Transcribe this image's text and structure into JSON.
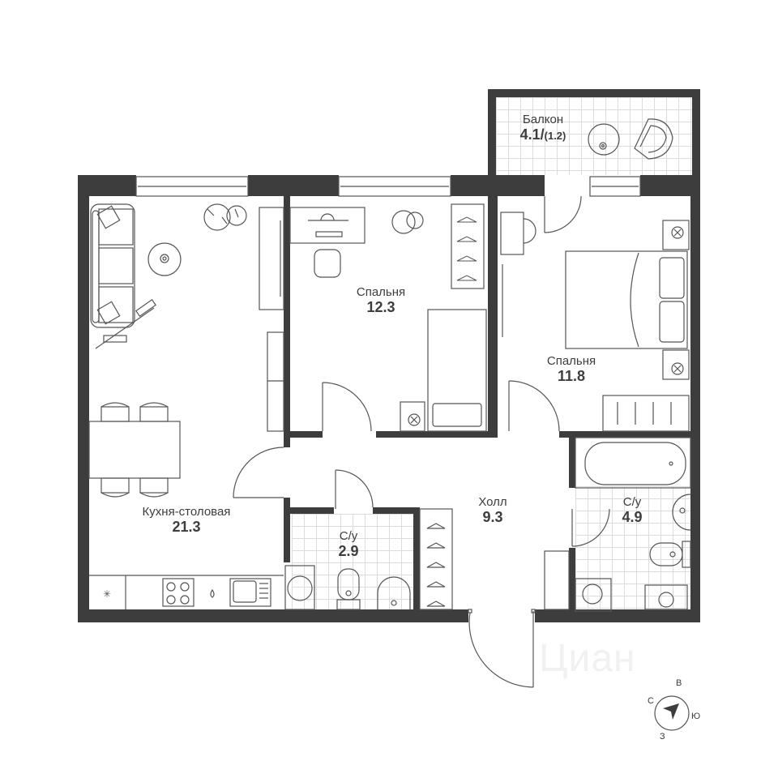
{
  "plan": {
    "rooms": [
      {
        "id": "balcony",
        "name": "Балкон",
        "area": "4.1/",
        "area_extra": "(1.2)"
      },
      {
        "id": "bedroom-1",
        "name": "Спальня",
        "area": "12.3"
      },
      {
        "id": "bedroom-2",
        "name": "Спальня",
        "area": "11.8"
      },
      {
        "id": "kitchen-dining",
        "name": "Кухня-столовая",
        "area": "21.3"
      },
      {
        "id": "hall",
        "name": "Холл",
        "area": "9.3"
      },
      {
        "id": "bathroom-small",
        "name": "С/у",
        "area": "2.9"
      },
      {
        "id": "bathroom-large",
        "name": "С/у",
        "area": "4.9"
      }
    ],
    "compass": {
      "north": "С",
      "east": "В",
      "south": "Ю",
      "west": "З"
    },
    "colors": {
      "wall": "#3d3d3d",
      "line": "#555555",
      "tile_grid": "#dcdcdc",
      "text": "#3d3d3d"
    },
    "watermark": "Циан"
  }
}
